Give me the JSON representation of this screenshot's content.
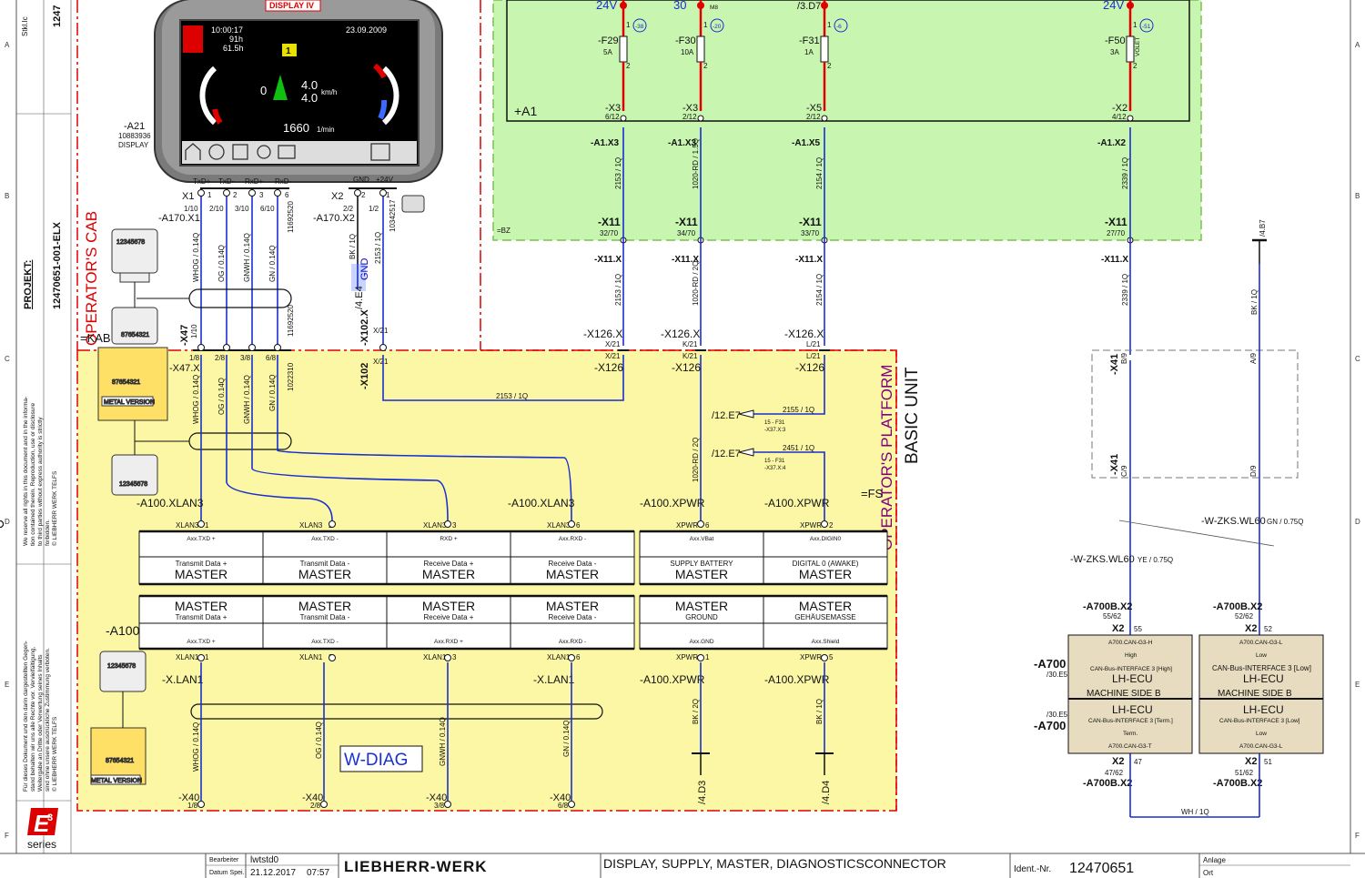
{
  "colors": {
    "cab_border": "#e00000",
    "platform_fill": "#fbf7a5",
    "a1_fill": "#c8f5b0",
    "bz_border": "#6cc04a",
    "wire": "#1a2fd0",
    "supply_wire": "#e00000"
  },
  "frame": {
    "rows": [
      "A",
      "B",
      "C",
      "D",
      "E",
      "F"
    ],
    "stkl": "Stkl.Ic",
    "stkl_num": "1247",
    "projekt_label": "PROJEKT:",
    "projekt_value": "12470651-001-ELX",
    "copyright_en": [
      "We reserve all rights in this document and in the informa-",
      "tion contained therein. Reproduction, use or disclosure",
      "to third parties without express authority is strictly",
      "forbidden.",
      "© LIEBHERR WERK TELFS"
    ],
    "copyright_de": [
      "Für dieses Dokument und den darin dargestellten Gegen-",
      "stand behalten wir uns alle Rechte vor. Vervielfältigung,",
      "Weitergabe an Dritte oder Verwertung seines Inhalts",
      "sind ohne unsere ausdrückliche Zustimmung verboten.",
      "© LIEBHERR WERK TELFS"
    ],
    "logo_letter": "E",
    "logo_sup": "3",
    "logo_series": "series"
  },
  "titleblock": {
    "bearbeiter_label": "Bearbeiter",
    "bearbeiter": "lwtstd0",
    "datum_label": "Datum Spei.",
    "datum": "21.12.2017",
    "time": "07:57",
    "company": "LIEBHERR-WERK",
    "title": "DISPLAY, SUPPLY, MASTER, DIAGNOSTICSCONNECTOR",
    "ident_label": "Ident.-Nr.",
    "ident": "12470651",
    "anlage_label": "Anlage",
    "ort_label": "Ort"
  },
  "display": {
    "tag": "DISPLAY IV",
    "time": "10:00:17",
    "hours": "91h",
    "temp": "61.5h",
    "date": "23.09.2009",
    "speed_zero": "0",
    "speed1": "4.0",
    "speed2": "4.0",
    "speed_unit": "km/h",
    "rpm": "1660",
    "rpm_unit": "1/min",
    "ref": "-A21",
    "part": "10883936",
    "name": "DISPLAY"
  },
  "connectors": {
    "x1": "X1",
    "a170x1": "-A170.X1",
    "x2": "X2",
    "a170x2": "-A170.X2",
    "x1_pins": [
      {
        "sig": "TxD+",
        "n": "1",
        "p": "1/10"
      },
      {
        "sig": "TxD-",
        "n": "2",
        "p": "2/10"
      },
      {
        "sig": "RxD+",
        "n": "3",
        "p": "3/10"
      },
      {
        "sig": "RxD-",
        "n": "6",
        "p": "6/10"
      }
    ],
    "x2_pins": [
      {
        "sig": "GND",
        "n": "2",
        "p": "2/2"
      },
      {
        "sig": "+24V",
        "n": "1",
        "p": "1/2"
      }
    ],
    "x2_part": "10342517",
    "cable_part": "11692520",
    "cable2_part": "1022310",
    "wires_top": [
      "WHOG / 0.14Q",
      "OG / 0.14Q",
      "GNWH / 0.14Q",
      "GN / 0.14Q"
    ],
    "wire_gnd": "BK / 1Q",
    "gnd_tag": "GND",
    "wire_2153": "2153 / 1Q",
    "e4": "/4.E4",
    "x47": "-X47",
    "x47x": "-X47.X",
    "x47_pins": [
      "1/8",
      "2/8",
      "3/8",
      "6/8"
    ],
    "x47_sub": "1/10",
    "x102": "-X102.X",
    "x102b": "-X102",
    "x21": "X/21",
    "kab": "=KAB",
    "metal": "METAL VERSION",
    "conn_code1": "12345678",
    "conn_code2": "87654321"
  },
  "zones": {
    "cab": "OPERATOR'S CAB",
    "platform": "OPERATOR'S PLATFORM",
    "basic": "BASIC UNIT",
    "bz": "=BZ",
    "a1": "+A1",
    "fs": "=FS"
  },
  "fuses": [
    {
      "volt": "24V",
      "ref": "-F29",
      "amp": "5A",
      "circle": "-38",
      "x": "-X3",
      "xp": "6/12",
      "a1x": "-A1.X3",
      "wire": "2153 / 1Q",
      "x11p": "32/70",
      "wire2": "2153 / 1Q",
      "x126": "X/21"
    },
    {
      "volt": "30",
      "ref": "-F30",
      "amp": "10A",
      "circle": "-20",
      "x": "-X3",
      "xp": "2/12",
      "a1x": "-A1.X3",
      "wire": "1020-RD / 1.5Q",
      "x11p": "34/70",
      "wire2": "1020-RD / 2Q",
      "x126": "K/21"
    },
    {
      "volt": "/3.D7",
      "ref": "-F31",
      "amp": "1A",
      "circle": "-6",
      "x": "-X5",
      "xp": "2/12",
      "a1x": "-A1.X5",
      "wire": "2154 / 1Q",
      "x11p": "33/70",
      "wire2": "2154 / 1Q",
      "x126": "L/21"
    },
    {
      "volt": "24V",
      "ref": "-F50",
      "amp": "3A",
      "circle": "-51",
      "x": "-X2",
      "xp": "4/12",
      "a1x": "-A1.X2",
      "wire": "2339 / 1Q",
      "x11p": "27/70",
      "wire2": "2339 / 1Q",
      "x126": ""
    }
  ],
  "pins": {
    "p1": "1",
    "p2": "2",
    "x11": "-X11",
    "x11x": "-X11.X",
    "x126x": "-X126.X",
    "x126": "-X126",
    "m8": "M8",
    "volt_let": "VOLET"
  },
  "refs": {
    "e7a": "/12.E7",
    "e7a_sub1": "15 - F31",
    "e7a_sub2": "-X37.X:3",
    "w2155": "2155 / 1Q",
    "e7b": "/12.E7",
    "e7b_sub1": "15 - F31",
    "e7b_sub2": "-X37.X:4",
    "w2451": "2451 / 1Q",
    "w1020": "1020-RD / 2Q",
    "w2153b": "2153 / 1Q",
    "b7": "/4.B7",
    "bk1q": "BK / 1Q"
  },
  "a100": {
    "ref": "-A100",
    "xlan3": "-A100.XLAN3",
    "xpwr": "-A100.XPWR",
    "xlan1": "-X.LAN1",
    "top_cells": [
      {
        "pin": "XLAN3",
        "n": "1",
        "raw": "Axx.TXD +",
        "desc": "Transmit Data +",
        "master": "MASTER"
      },
      {
        "pin": "XLAN3",
        "n": "2",
        "raw": "Axx.TXD -",
        "desc": "Transmit Data -",
        "master": "MASTER"
      },
      {
        "pin": "XLAN3",
        "n": "3",
        "raw": "RXD +",
        "desc": "Receive Data +",
        "master": "MASTER"
      },
      {
        "pin": "XLAN3",
        "n": "6",
        "raw": "Axx.RXD -",
        "desc": "Receive Data -",
        "master": "MASTER"
      }
    ],
    "top_pwr": [
      {
        "pin": "XPWR",
        "n": "6",
        "raw": "Axx.VBat",
        "desc": "SUPPLY BATTERY",
        "master": "MASTER"
      },
      {
        "pin": "XPWR",
        "n": "2",
        "raw": "Axx.DIGIN0",
        "desc": "DIGITAL 0 (AWAKE)",
        "master": "MASTER"
      }
    ],
    "bot_cells": [
      {
        "pin": "XLAN1",
        "n": "1",
        "raw": "Axx.TXD +",
        "desc": "Transmit Data +",
        "master": "MASTER"
      },
      {
        "pin": "XLAN1",
        "n": "2",
        "raw": "Axx.TXD -",
        "desc": "Transmit Data -",
        "master": "MASTER"
      },
      {
        "pin": "XLAN1",
        "n": "3",
        "raw": "Axx.RXD +",
        "desc": "Receive Data +",
        "master": "MASTER"
      },
      {
        "pin": "XLAN1",
        "n": "6",
        "raw": "Axx.RXD -",
        "desc": "Receive Data -",
        "master": "MASTER"
      }
    ],
    "bot_pwr": [
      {
        "pin": "XPWR",
        "n": "1",
        "raw": "Axx.GND",
        "desc": "GROUND",
        "master": "MASTER"
      },
      {
        "pin": "XPWR",
        "n": "5",
        "raw": "Axx.Shield",
        "desc": "GEHÄUSEMASSE",
        "master": "MASTER"
      }
    ],
    "bk2q": "BK / 2Q",
    "bk1q": "BK / 1Q",
    "d3": "/4.D3",
    "d4": "/4.D4"
  },
  "diag": {
    "label": "W-DIAG",
    "wires": [
      "WHOG / 0.14Q",
      "OG / 0.14Q",
      "GNWH / 0.14Q",
      "GN / 0.14Q"
    ],
    "x40": "-X40",
    "pins": [
      "1/8",
      "2/8",
      "3/8",
      "6/8"
    ]
  },
  "right": {
    "x41": "-X41",
    "b9": "B/9",
    "a9": "A/9",
    "c9": "C/9",
    "d9": "D/9",
    "wl60_gn": "-W-ZKS.WL60",
    "gn_q": "GN / 0.75Q",
    "wl60_ye": "-W-ZKS.WL60",
    "ye_q": "YE / 0.75Q",
    "a700bx2": "-A700B.X2",
    "p55": "55/62",
    "p52": "52/62",
    "p47": "47/62",
    "p51": "51/62",
    "x2": "X2",
    "n55": "55",
    "n52": "52",
    "n47": "47",
    "n51": "51",
    "a700": "-A700",
    "e5": "/30.E5",
    "wh": "WH / 1Q",
    "high": {
      "code": "A700.CAN-G3-H",
      "lvl": "High",
      "iface": "CAN-Bus-INTERFACE 3 [High]",
      "ecu": "LH-ECU",
      "side": "MACHINE SIDE B"
    },
    "low": {
      "code": "A700.CAN-G3-L",
      "lvl": "Low",
      "iface": "CAN-Bus-INTERFACE 3 [Low]",
      "ecu": "LH-ECU",
      "side": "MACHINE SIDE B"
    },
    "term": {
      "code": "A700.CAN-G3-T",
      "lvl": "Term.",
      "iface": "CAN-Bus-INTERFACE 3 [Term.]",
      "ecu": "LH-ECU"
    },
    "low2": {
      "code": "A700.CAN-G3-L",
      "lvl": "Low",
      "iface": "CAN-Bus-INTERFACE 3 [Low]",
      "ecu": "LH-ECU"
    }
  }
}
